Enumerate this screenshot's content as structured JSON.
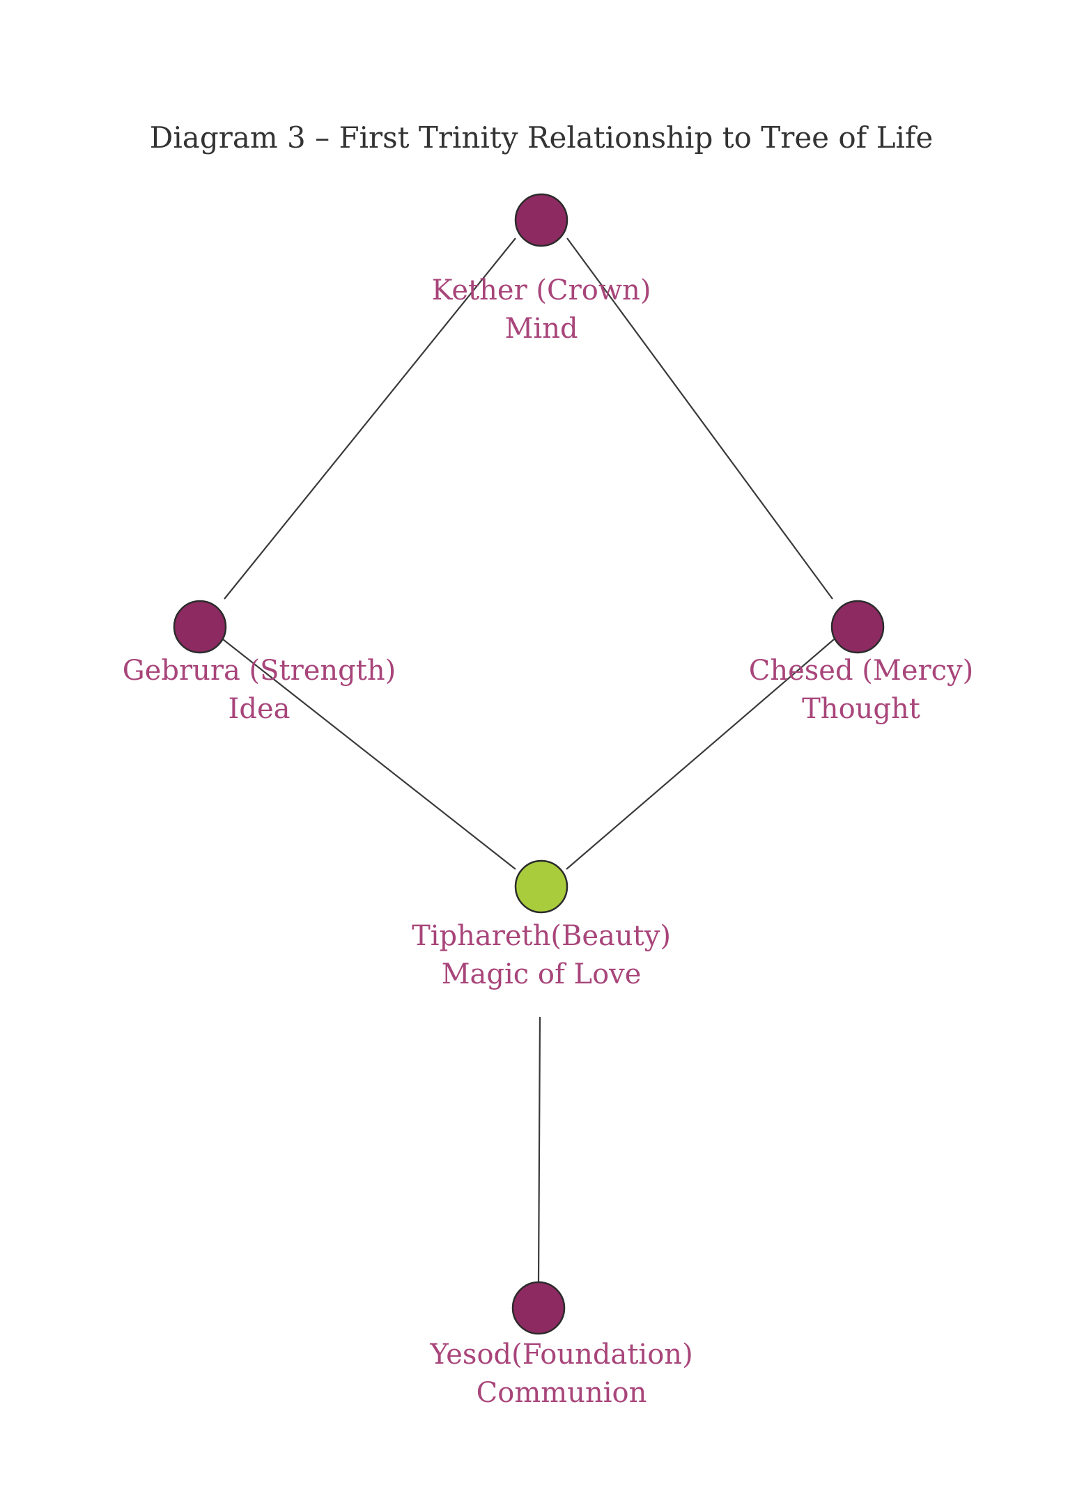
{
  "title": "Diagram 3 – First Trinity Relationship to Tree of Life",
  "colors": {
    "node_default": "#8e2a62",
    "node_highlight": "#a8cc3c",
    "label": "#a8457a",
    "edge": "#3a3a3a",
    "title": "#333333"
  },
  "nodes": [
    {
      "id": "kether",
      "name": "Kether (Crown)",
      "meaning": "Mind",
      "highlight": false
    },
    {
      "id": "gebrura",
      "name": "Gebrura (Strength)",
      "meaning": "Idea",
      "highlight": false
    },
    {
      "id": "chesed",
      "name": "Chesed (Mercy)",
      "meaning": "Thought",
      "highlight": false
    },
    {
      "id": "tiphareth",
      "name": "Tiphareth(Beauty)",
      "meaning": "Magic of Love",
      "highlight": true
    },
    {
      "id": "yesod",
      "name": "Yesod(Foundation)",
      "meaning": "Communion",
      "highlight": false
    }
  ],
  "edges": [
    {
      "from": "kether",
      "to": "gebrura"
    },
    {
      "from": "kether",
      "to": "chesed"
    },
    {
      "from": "gebrura",
      "to": "tiphareth"
    },
    {
      "from": "chesed",
      "to": "tiphareth"
    },
    {
      "from": "tiphareth",
      "to": "yesod"
    }
  ]
}
